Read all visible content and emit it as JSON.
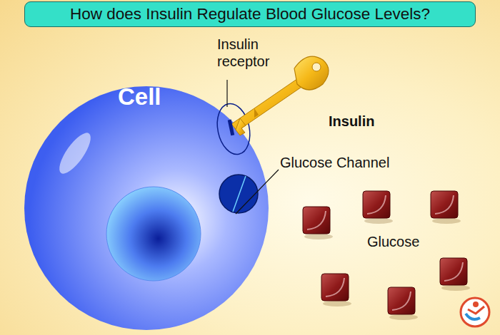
{
  "diagram": {
    "title": "How does Insulin Regulate Blood Glucose Levels?",
    "nodes": [
      {
        "text": [
          "Cell"
        ]
      }
    ],
    "labels": [
      "Insulin receptor",
      "Insulin",
      "Glucose Channel",
      "Glucose"
    ]
  }
}
